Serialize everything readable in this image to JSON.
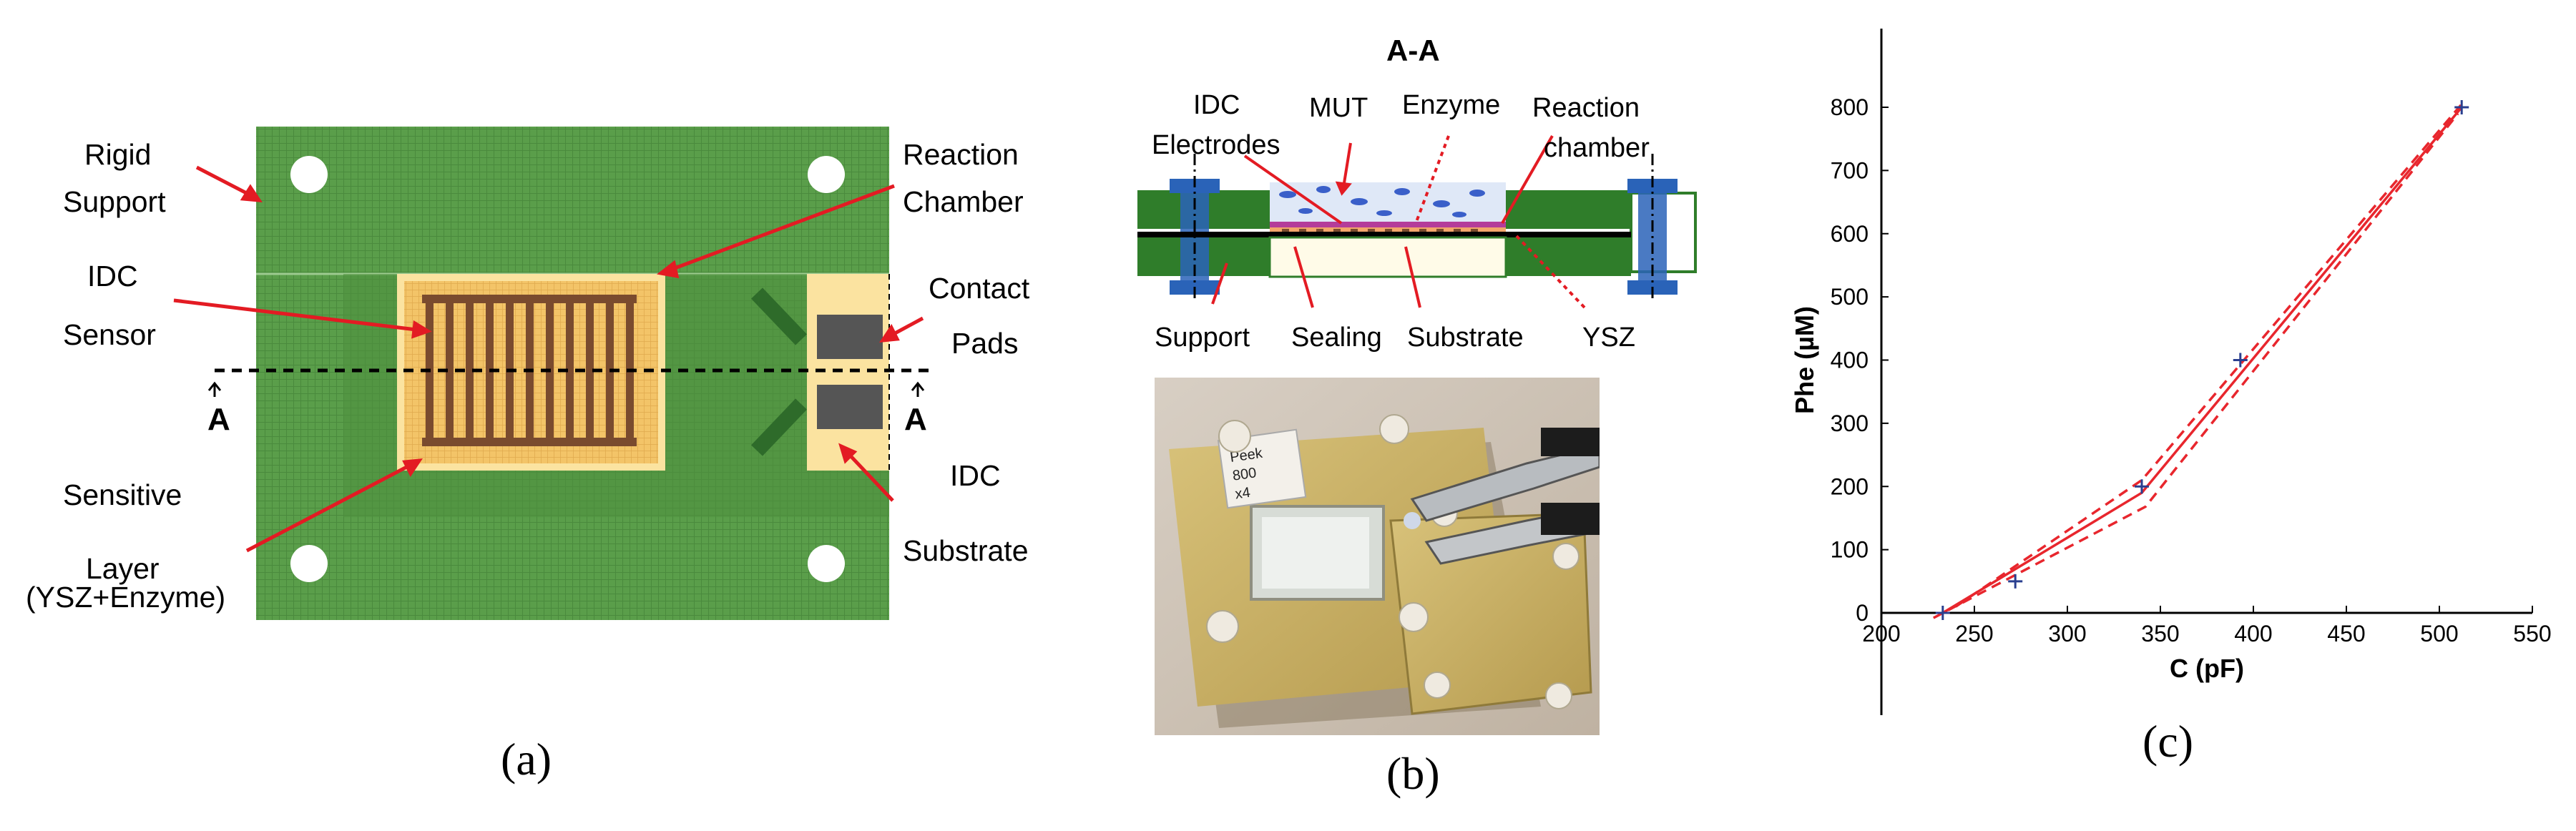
{
  "panel_a": {
    "caption": "(a)",
    "labels": {
      "rigid": "Rigid",
      "support": "Support",
      "idc": "IDC",
      "sensor": "Sensor",
      "a_left": "A",
      "sensitive": "Sensitive",
      "layer": "Layer",
      "ysz_enzyme": "(YSZ+Enzyme)",
      "reaction": "Reaction",
      "chamber": "Chamber",
      "contact": "Contact",
      "pads": "Pads",
      "a_right": "A",
      "idc_sub": "IDC",
      "substrate": "Substrate"
    }
  },
  "panel_b": {
    "caption": "(b)",
    "section_title": "A-A",
    "labels": {
      "idc": "IDC",
      "electrodes": "Electrodes",
      "mut": "MUT",
      "enzyme": "Enzyme",
      "reaction": "Reaction",
      "chamber": "chamber",
      "support": "Support",
      "sealing": "Sealing",
      "substrate": "Substrate",
      "ysz": "YSZ"
    },
    "photo_sticker": [
      "Peek",
      "800",
      "x4"
    ]
  },
  "panel_c": {
    "caption": "(c)"
  },
  "chart_data": {
    "type": "line",
    "xlabel": "C (pF)",
    "ylabel": "Phe (µM)",
    "xlim": [
      200,
      550
    ],
    "ylim": [
      0,
      800
    ],
    "xticks": [
      "200",
      "250",
      "300",
      "350",
      "400",
      "450",
      "500",
      "550"
    ],
    "yticks": [
      "0",
      "100",
      "200",
      "300",
      "400",
      "500",
      "600",
      "700",
      "800"
    ],
    "colors": {
      "fit": "#e8262d",
      "markers": "#2a3f8f"
    },
    "markers": {
      "x": [
        233,
        272,
        340,
        393,
        512
      ],
      "y": [
        0,
        50,
        200,
        400,
        800
      ]
    },
    "fit": {
      "x": [
        233,
        340,
        512
      ],
      "y": [
        0,
        190,
        800
      ]
    },
    "upper_band": {
      "x": [
        240,
        340,
        512
      ],
      "y": [
        10,
        210,
        805
      ]
    },
    "lower_band": {
      "x": [
        228,
        342,
        510
      ],
      "y": [
        -8,
        168,
        790
      ]
    }
  }
}
